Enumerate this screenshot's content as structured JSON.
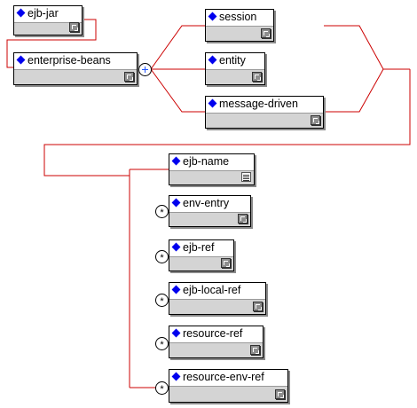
{
  "diagram": {
    "wire_color": "#cc0000",
    "diamond_color": "#0000ee",
    "nodes": {
      "ejb_jar": {
        "label": "ejb-jar",
        "icon": "complex-type-icon"
      },
      "enterprise_beans": {
        "label": "enterprise-beans",
        "icon": "complex-type-icon"
      },
      "session": {
        "label": "session",
        "icon": "complex-type-icon"
      },
      "entity": {
        "label": "entity",
        "icon": "complex-type-icon"
      },
      "message_driven": {
        "label": "message-driven",
        "icon": "complex-type-icon"
      },
      "ejb_name": {
        "label": "ejb-name",
        "icon": "simple-content-icon"
      },
      "env_entry": {
        "label": "env-entry",
        "icon": "complex-type-icon",
        "occurrence": "*"
      },
      "ejb_ref": {
        "label": "ejb-ref",
        "icon": "complex-type-icon",
        "occurrence": "*"
      },
      "ejb_local_ref": {
        "label": "ejb-local-ref",
        "icon": "complex-type-icon",
        "occurrence": "*"
      },
      "resource_ref": {
        "label": "resource-ref",
        "icon": "complex-type-icon",
        "occurrence": "*"
      },
      "resource_env_ref": {
        "label": "resource-env-ref",
        "icon": "complex-type-icon",
        "occurrence": "*"
      }
    },
    "compositor": {
      "icon": "sequence-icon"
    }
  }
}
